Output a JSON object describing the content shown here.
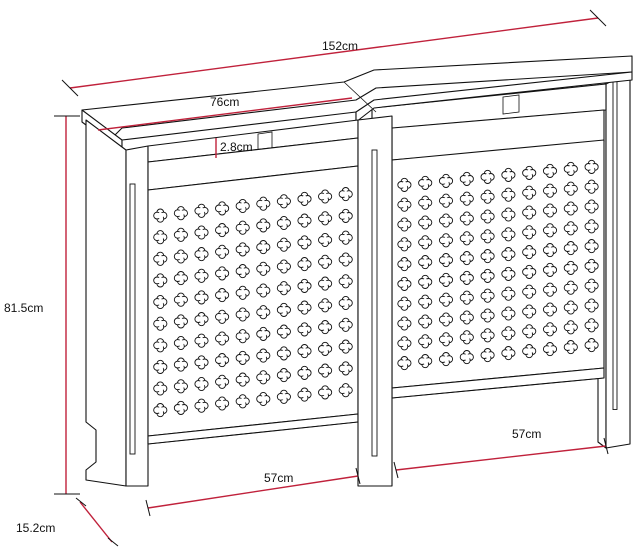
{
  "product": "radiator-cover",
  "colors": {
    "outline": "#111111",
    "dimension_line": "#c0213b",
    "background": "#ffffff"
  },
  "dimensions": {
    "total_width": "152cm",
    "section_width": "76cm",
    "top_rail_height": "2.8cm",
    "height": "81.5cm",
    "depth": "15.2cm",
    "left_panel_width": "57cm",
    "right_panel_width": "57cm"
  },
  "decor": {
    "pattern_icon": "quatrefoil-cutout-icon"
  }
}
